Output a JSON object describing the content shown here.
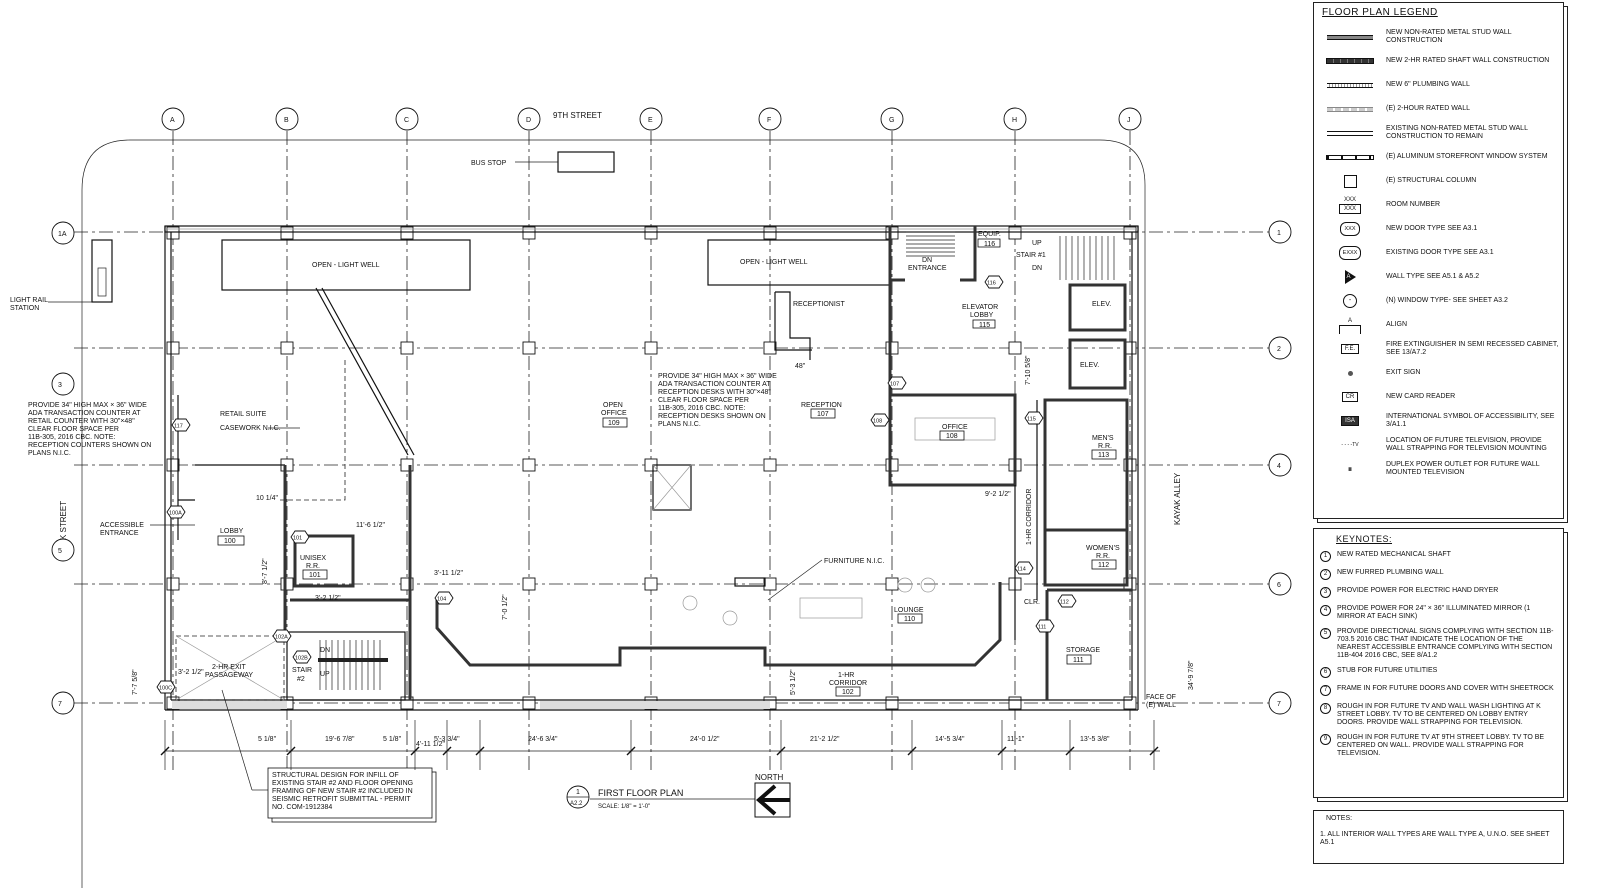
{
  "streets": {
    "top": "9TH STREET",
    "left": "K STREET",
    "right": "KAYAK ALLEY"
  },
  "grid": {
    "columns": [
      "A",
      "B",
      "C",
      "D",
      "E",
      "F",
      "G",
      "H",
      "J"
    ],
    "rows_left": [
      "1A",
      "3",
      "5",
      "7"
    ],
    "rows_right": [
      "1",
      "2",
      "4",
      "6",
      "7"
    ]
  },
  "site": {
    "bus_stop": "BUS STOP",
    "light_rail": [
      "LIGHT RAIL",
      "STATION"
    ],
    "accessible_entrance": [
      "ACCESSIBLE",
      "ENTRANCE"
    ],
    "face_of_wall": [
      "FACE OF",
      "(E) WALL"
    ],
    "furniture": "FURNITURE N.I.C.",
    "casework": "CASEWORK N.I.C."
  },
  "rooms": {
    "light_well_1": "OPEN - LIGHT WELL",
    "light_well_2": "OPEN - LIGHT WELL",
    "receptionist": "RECEPTIONIST",
    "retail": "RETAIL SUITE",
    "lobby": {
      "name": "LOBBY",
      "number": "100"
    },
    "unisex": {
      "name": [
        "UNISEX",
        "R.R."
      ],
      "number": "101"
    },
    "stair2": [
      "STAIR",
      "#2"
    ],
    "passageway": [
      "2-HR EXIT",
      "PASSAGEWAY"
    ],
    "open_office": {
      "name": [
        "OPEN",
        "OFFICE"
      ],
      "number": "109"
    },
    "reception": {
      "name": "RECEPTION",
      "number": "107"
    },
    "office": {
      "name": "OFFICE",
      "number": "108"
    },
    "elevator_lobby": {
      "name": [
        "ELEVATOR",
        "LOBBY"
      ],
      "number": "115"
    },
    "equip": {
      "name": "EQUIP.",
      "number": "116"
    },
    "entrance": "ENTRANCE",
    "stair1": "STAIR #1",
    "up": "UP",
    "dn": "DN",
    "elev": "ELEV.",
    "mens": {
      "name": [
        "MEN'S",
        "R.R."
      ],
      "number": "113"
    },
    "womens": {
      "name": [
        "WOMEN'S",
        "R.R."
      ],
      "number": "112"
    },
    "corridor_v": "1-HR CORRIDOR",
    "lounge": {
      "name": "LOUNGE",
      "number": "110"
    },
    "corridor": {
      "name": [
        "1-HR",
        "CORRIDOR"
      ],
      "number": "102"
    },
    "storage": {
      "name": "STORAGE",
      "number": "111"
    },
    "clr": "CLR."
  },
  "doors": [
    "117",
    "100A",
    "100C",
    "101",
    "102A",
    "102B",
    "104",
    "107",
    "108",
    "111",
    "112",
    "114",
    "115",
    "116"
  ],
  "dimensions": {
    "bottom": [
      "5 1/8\"",
      "19'-6 7/8\"",
      "5 1/8\"",
      "5'-3 3/4\"",
      "24'-6 3/4\"",
      "24'-0 1/2\"",
      "21'-2 1/2\"",
      "14'-5 3/4\"",
      "11'-1\"",
      "13'-5 3/8\""
    ],
    "bottom_sub": "4'-11 1/2\"",
    "other": [
      "7'-7 5/8\"",
      "34'-9 7/8\"",
      "3'-2 1/2\"",
      "8'-7 1/2\"",
      "10 1/4\"",
      "11'-6 1/2\"",
      "3'-11 1/2\"",
      "7'-0 1/2\"",
      "7'-10 5/8\"",
      "3'-2 1/2\"",
      "9'-2 1/2\"",
      "5'-3 1/2\"",
      "48\""
    ]
  },
  "notes_plan": {
    "retail_counter": [
      "PROVIDE 34\" HIGH MAX × 36\" WIDE",
      "ADA TRANSACTION COUNTER AT",
      "RETAIL COUNTER WITH 30\"×48\"",
      "CLEAR FLOOR SPACE PER",
      "11B-305, 2016 CBC. NOTE:",
      "RECEPTION COUNTERS SHOWN ON",
      "PLANS N.I.C."
    ],
    "reception_counter": [
      "PROVIDE 34\" HIGH MAX × 36\" WIDE",
      "ADA TRANSACTION COUNTER AT",
      "RECEPTION DESKS WITH 30\"×48\"",
      "CLEAR FLOOR SPACE PER",
      "11B-305, 2016 CBC. NOTE:",
      "RECEPTION DESKS SHOWN ON",
      "PLANS N.I.C."
    ],
    "structural": [
      "STRUCTURAL DESIGN FOR INFILL OF",
      "EXISTING STAIR #2 AND FLOOR OPENING",
      "FRAMING OF NEW STAIR #2 INCLUDED IN",
      "SEISMIC RETROFIT SUBMITTAL - PERMIT",
      "NO. COM-1912384"
    ]
  },
  "title": {
    "number": "1",
    "sheet": "A2.2",
    "name": "FIRST FLOOR PLAN",
    "scale": "SCALE: 1/8\" = 1'-0\"",
    "north": "NORTH"
  },
  "legend": {
    "heading": "FLOOR PLAN LEGEND",
    "items": [
      {
        "symbol": "wall-new-nonrated",
        "text": "NEW NON-RATED METAL STUD WALL CONSTRUCTION"
      },
      {
        "symbol": "wall-2hr-shaft",
        "text": "NEW 2-HR RATED SHAFT WALL CONSTRUCTION"
      },
      {
        "symbol": "wall-plumbing",
        "text": "NEW 6\" PLUMBING WALL"
      },
      {
        "symbol": "wall-existing-2hr",
        "text": "(E) 2-HOUR RATED WALL"
      },
      {
        "symbol": "wall-existing",
        "text": "EXISTING NON-RATED METAL STUD WALL CONSTRUCTION TO REMAIN"
      },
      {
        "symbol": "storefront",
        "text": "(E) ALUMINUM STOREFRONT WINDOW SYSTEM"
      },
      {
        "symbol": "column",
        "text": "(E) STRUCTURAL COLUMN"
      },
      {
        "symbol": "room-number",
        "label": "XXX",
        "text": "ROOM NUMBER"
      },
      {
        "symbol": "door-new",
        "label": "XXX",
        "text": "NEW DOOR TYPE SEE A3.1"
      },
      {
        "symbol": "door-existing",
        "label": "EXXX",
        "text": "EXISTING DOOR TYPE SEE A3.1"
      },
      {
        "symbol": "wall-type",
        "label": "A",
        "text": "WALL TYPE SEE A5.1 & A5.2"
      },
      {
        "symbol": "window-type",
        "label": "-",
        "text": "(N) WINDOW TYPE- SEE SHEET A3.2"
      },
      {
        "symbol": "align",
        "label": "A",
        "text": "ALIGN"
      },
      {
        "symbol": "fire-extinguisher",
        "label": "F.E.",
        "text": "FIRE EXTINGUISHER IN SEMI RECESSED CABINET, SEE 13/A7.2"
      },
      {
        "symbol": "exit-sign",
        "text": "EXIT SIGN"
      },
      {
        "symbol": "card-reader",
        "label": "CR",
        "text": "NEW CARD READER"
      },
      {
        "symbol": "accessibility",
        "label": "ISA",
        "text": "INTERNATIONAL SYMBOL OF ACCESSIBILITY, SEE 3/A1.1"
      },
      {
        "symbol": "tv",
        "label": "TV",
        "text": "LOCATION OF FUTURE TELEVISION, PROVIDE WALL STRAPPING FOR TELEVISION MOUNTING"
      },
      {
        "symbol": "outlet",
        "text": "DUPLEX POWER OUTLET FOR FUTURE WALL MOUNTED TELEVISION"
      }
    ]
  },
  "keynotes": {
    "heading": "KEYNOTES:",
    "items": [
      {
        "n": "1",
        "text": "NEW RATED MECHANICAL SHAFT"
      },
      {
        "n": "2",
        "text": "NEW FURRED PLUMBING WALL"
      },
      {
        "n": "3",
        "text": "PROVIDE POWER FOR ELECTRIC HAND DRYER"
      },
      {
        "n": "4",
        "text": "PROVIDE POWER FOR 24\" × 36\" ILLUMINATED MIRROR (1 MIRROR AT EACH SINK)"
      },
      {
        "n": "5",
        "text": "PROVIDE DIRECTIONAL SIGNS COMPLYING WITH SECTION 11B-703.5 2016 CBC THAT INDICATE THE LOCATION OF THE NEAREST ACCESSIBLE ENTRANCE COMPLYING WITH SECTION 11B-404 2016 CBC, SEE 8/A1.2"
      },
      {
        "n": "6",
        "text": "STUB FOR FUTURE UTILITIES"
      },
      {
        "n": "7",
        "text": "FRAME IN FOR FUTURE DOORS AND COVER WITH SHEETROCK"
      },
      {
        "n": "8",
        "text": "ROUGH IN FOR FUTURE TV AND WALL WASH LIGHTING AT K STREET LOBBY. TV TO BE CENTERED ON LOBBY ENTRY DOORS. PROVIDE WALL STRAPPING FOR TELEVISION."
      },
      {
        "n": "9",
        "text": "ROUGH IN FOR FUTURE TV AT 9TH STREET LOBBY. TV TO BE CENTERED ON WALL. PROVIDE WALL STRAPPING FOR TELEVISION."
      }
    ]
  },
  "notes": {
    "heading": "NOTES:",
    "items": [
      "1. ALL INTERIOR WALL TYPES ARE WALL TYPE A, U.N.O. SEE SHEET A5.1"
    ]
  }
}
